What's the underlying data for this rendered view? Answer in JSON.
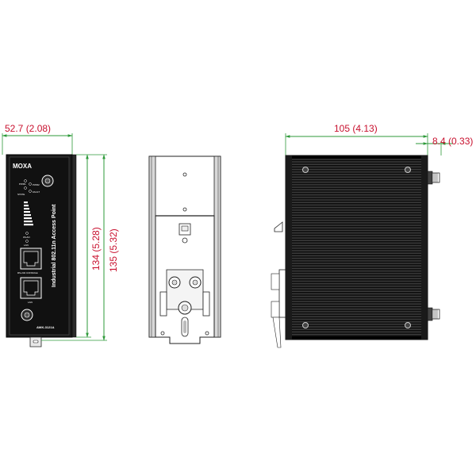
{
  "dimensions": {
    "front_width": "52.7 (2.08)",
    "front_height_inner": "134 (5.28)",
    "front_height_outer": "135 (5.32)",
    "side_depth": "105 (4.13)",
    "side_antenna": "8.4 (0.33)"
  },
  "device": {
    "brand": "MOXA",
    "product_label": "Industrial 802.11n Access Point",
    "model": "AWK-3121A",
    "port_console": "RS-232 CONSOLE",
    "port_lan": "LAN",
    "led_labels": [
      "PWR1",
      "PWR2",
      "FAULT",
      "STATE",
      "WLAN",
      "LAN"
    ]
  },
  "colors": {
    "dimension_text": "#c8102e",
    "dimension_line": "#2e9a3a",
    "device_body": "#1a1a1a",
    "metal": "#e8e8e8"
  }
}
